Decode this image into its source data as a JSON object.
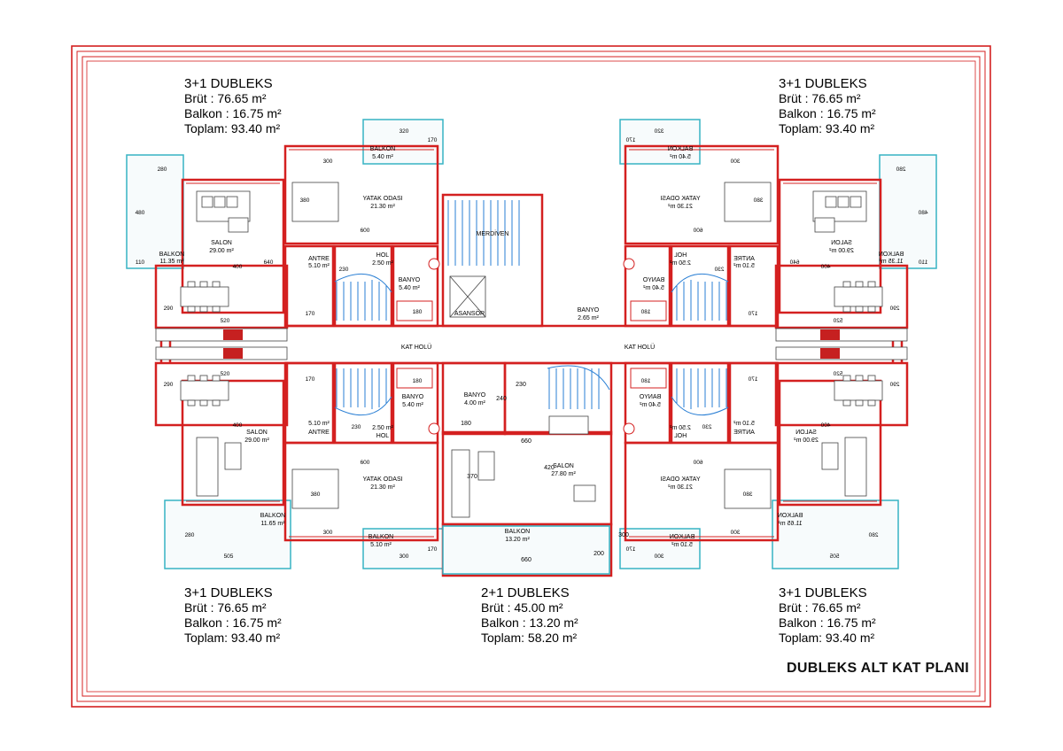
{
  "colors": {
    "wall": "#d42020",
    "stair": "#2a7fd4",
    "balcony": "#37b3c4",
    "ink": "#000000",
    "furniture": "#444444"
  },
  "plan_title": "DUBLEKS ALT KAT PLANI",
  "units": [
    {
      "title": "3+1 DUBLEKS",
      "brut": "Brüt   : 76.65 m²",
      "balkon": "Balkon : 16.75 m²",
      "toplam": "Toplam: 93.40 m²"
    },
    {
      "title": "3+1 DUBLEKS",
      "brut": "Brüt   : 76.65 m²",
      "balkon": "Balkon : 16.75 m²",
      "toplam": "Toplam: 93.40 m²"
    },
    {
      "title": "3+1 DUBLEKS",
      "brut": "Brüt   : 76.65 m²",
      "balkon": "Balkon : 16.75 m²",
      "toplam": "Toplam: 93.40 m²"
    },
    {
      "title": "2+1 DUBLEKS",
      "brut": "Brüt   : 45.00 m²",
      "balkon": "Balkon : 13.20 m²",
      "toplam": "Toplam: 58.20 m²"
    },
    {
      "title": "3+1 DUBLEKS",
      "brut": "Brüt   : 76.65 m²",
      "balkon": "Balkon : 16.75 m²",
      "toplam": "Toplam: 93.40 m²"
    }
  ],
  "rooms": {
    "yatak": [
      "YATAK ODASI",
      "21.30 m²"
    ],
    "salon": [
      "SALON",
      "29.00 m²"
    ],
    "balkon_big": [
      "BALKON",
      "11.35 m²"
    ],
    "balkon_big_b": [
      "BALKON",
      "11.65 m²"
    ],
    "balkon_small": [
      "BALKON",
      "5.40 m²"
    ],
    "balkon_small_b": [
      "BALKON",
      "5.10 m²"
    ],
    "antre": [
      "ANTRE",
      "5.10 m²"
    ],
    "hol": [
      "HOL",
      "2.50 m²"
    ],
    "banyo": [
      "BANYO",
      "5.40 m²"
    ],
    "merdiven": "MERDİVEN",
    "asansor": "ASANSÖR",
    "kat_holu": "KAT HOLÜ",
    "banyo_core": [
      "BANYO",
      "2.65 m²"
    ],
    "salon_c": [
      "SALON",
      "27.80 m²"
    ],
    "banyo_c": [
      "BANYO",
      "4.00 m²"
    ],
    "balkon_c": [
      "BALKON",
      "13.20 m²"
    ]
  },
  "dims": {
    "d280": "280",
    "d480": "480",
    "d110": "110",
    "d400": "400",
    "d640": "640",
    "d290": "290",
    "d520": "520",
    "d300": "300",
    "d380": "380",
    "d320": "320",
    "d170": "170",
    "d600": "600",
    "d230": "230",
    "d180": "180",
    "d240": "240",
    "d660": "660",
    "d420": "420",
    "d370": "370",
    "d505": "505",
    "d200": "200"
  }
}
